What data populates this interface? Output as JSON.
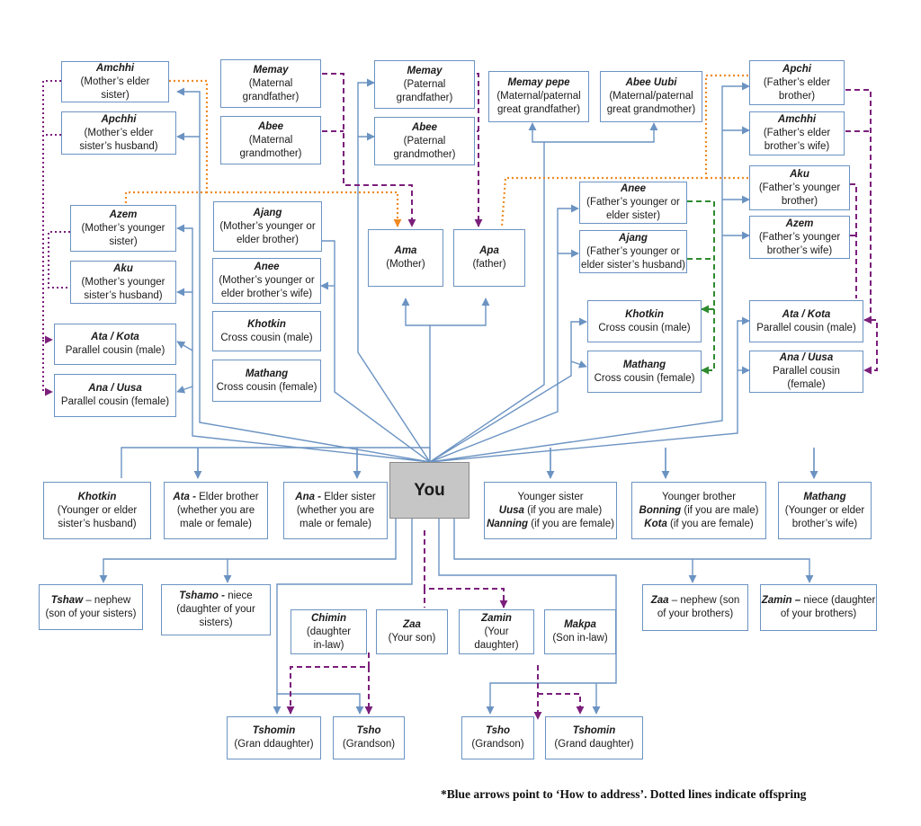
{
  "colors": {
    "address_arrow": "#6b93c2",
    "maternal_dotted": "#7b1f7b",
    "grandparent_dashed": "#7b1f7b",
    "orange_dotted": "#f08a24",
    "green_dashed": "#2e8b2e",
    "you_fill": "#c6c6c6"
  },
  "footnote": "*Blue arrows point to ‘How to address’.  Dotted lines indicate offspring",
  "nodes": [
    {
      "id": "amchhi-m",
      "term": "Amchhi",
      "desc": [
        "(Mother’s elder",
        "sister)"
      ]
    },
    {
      "id": "apchhi-m",
      "term": "Apchhi",
      "desc": [
        "(Mother’s elder",
        "sister’s husband)"
      ]
    },
    {
      "id": "azem-m",
      "term": "Azem",
      "desc": [
        "(Mother’s younger",
        "sister)"
      ]
    },
    {
      "id": "aku-m",
      "term": "Aku",
      "desc": [
        "(Mother’s younger",
        "sister’s husband)"
      ]
    },
    {
      "id": "atakota-l",
      "term": "Ata / Kota",
      "desc": [
        "Parallel cousin (male)"
      ]
    },
    {
      "id": "anauusa-l",
      "term": "Ana / Uusa",
      "desc": [
        "Parallel cousin (female)"
      ]
    },
    {
      "id": "memay-mat",
      "term": "Memay",
      "desc": [
        "(Maternal",
        "grandfather)"
      ]
    },
    {
      "id": "abee-mat",
      "term": "Abee",
      "desc": [
        "(Maternal",
        "grandmother)"
      ]
    },
    {
      "id": "ajang-m",
      "term": "Ajang",
      "desc": [
        "(Mother’s younger or",
        "elder brother)"
      ]
    },
    {
      "id": "anee-m",
      "term": "Anee",
      "desc": [
        "(Mother’s younger or",
        "elder  brother’s wife)"
      ]
    },
    {
      "id": "khotkin-l",
      "term": "Khotkin",
      "desc": [
        "Cross cousin (male)"
      ]
    },
    {
      "id": "mathang-l",
      "term": "Mathang",
      "desc": [
        "Cross cousin (female)"
      ]
    },
    {
      "id": "memay-pat",
      "term": "Memay",
      "desc": [
        "(Paternal",
        "grandfather)"
      ]
    },
    {
      "id": "abee-pat",
      "term": "Abee",
      "desc": [
        "(Paternal",
        "grandmother)"
      ]
    },
    {
      "id": "ama",
      "term": "Ama",
      "desc": [
        "(Mother)"
      ]
    },
    {
      "id": "apa",
      "term": "Apa",
      "desc": [
        "(father)"
      ]
    },
    {
      "id": "memay-pepe",
      "term": "Memay pepe",
      "desc": [
        "(Maternal/paternal",
        "great grandfather)"
      ]
    },
    {
      "id": "abee-uubi",
      "term": "Abee Uubi",
      "desc": [
        "(Maternal/paternal",
        "great grandmother)"
      ]
    },
    {
      "id": "anee-f",
      "term": "Anee",
      "desc": [
        "(Father’s younger or",
        "elder sister)"
      ]
    },
    {
      "id": "ajang-f",
      "term": "Ajang",
      "desc": [
        "(Father’s younger or",
        "elder  sister’s husband)"
      ]
    },
    {
      "id": "khotkin-r",
      "term": "Khotkin",
      "desc": [
        "Cross cousin (male)"
      ]
    },
    {
      "id": "mathang-r",
      "term": "Mathang",
      "desc": [
        "Cross cousin (female)"
      ]
    },
    {
      "id": "apchi-f",
      "term": "Apchi",
      "desc": [
        "(Father’s elder",
        "brother)"
      ]
    },
    {
      "id": "amchhi-f",
      "term": "Amchhi",
      "desc": [
        "(Father’s elder",
        "brother’s wife)"
      ]
    },
    {
      "id": "aku-f",
      "term": "Aku",
      "desc": [
        "(Father’s younger",
        "brother)"
      ]
    },
    {
      "id": "azem-f",
      "term": "Azem",
      "desc": [
        "(Father’s younger",
        "brother’s wife)"
      ]
    },
    {
      "id": "atakota-r",
      "term": "Ata / Kota",
      "desc": [
        "Parallel cousin (male)"
      ]
    },
    {
      "id": "anauusa-r",
      "term": "Ana / Uusa",
      "desc": [
        "Parallel cousin",
        "(female)"
      ]
    },
    {
      "id": "you",
      "term": "You",
      "desc": []
    },
    {
      "id": "khotkin-h",
      "term": "Khotkin",
      "desc": [
        "(Younger or elder",
        "sister’s husband)"
      ]
    },
    {
      "id": "ata-eb",
      "lines": [
        [
          {
            "b": "Ata -"
          },
          {
            "t": " Elder brother"
          }
        ],
        [
          {
            "t": "(whether you are"
          }
        ],
        [
          {
            "t": "male or female)"
          }
        ]
      ]
    },
    {
      "id": "ana-es",
      "lines": [
        [
          {
            "b": "Ana -"
          },
          {
            "t": " Elder sister"
          }
        ],
        [
          {
            "t": "(whether you are"
          }
        ],
        [
          {
            "t": "male or female)"
          }
        ]
      ]
    },
    {
      "id": "younger-sister",
      "lines": [
        [
          {
            "t": "Younger sister"
          }
        ],
        [
          {
            "b": "Uusa"
          },
          {
            "t": "  (if you are male)"
          }
        ],
        [
          {
            "b": "Nanning"
          },
          {
            "t": " (if you are female)"
          }
        ]
      ]
    },
    {
      "id": "younger-brother",
      "lines": [
        [
          {
            "t": "Younger  brother"
          }
        ],
        [
          {
            "b": "Bonning"
          },
          {
            "t": "  (if you are male)"
          }
        ],
        [
          {
            "b": "Kota"
          },
          {
            "t": " (if you are female)"
          }
        ]
      ]
    },
    {
      "id": "mathang-w",
      "term": "Mathang",
      "desc": [
        "(Younger or elder",
        "brother’s wife)"
      ]
    },
    {
      "id": "tshaw",
      "lines": [
        [
          {
            "b": "Tshaw"
          },
          {
            "t": " – nephew"
          }
        ],
        [
          {
            "t": "(son of your sisters)"
          }
        ]
      ]
    },
    {
      "id": "tshamo",
      "lines": [
        [
          {
            "b": "Tshamo -"
          },
          {
            "t": " niece"
          }
        ],
        [
          {
            "t": "(daughter of your"
          }
        ],
        [
          {
            "t": "sisters)"
          }
        ]
      ]
    },
    {
      "id": "chimin",
      "term": "Chimin",
      "desc": [
        "(daughter",
        "in-law)"
      ]
    },
    {
      "id": "zaa",
      "term": "Zaa",
      "desc": [
        "(Your son)"
      ]
    },
    {
      "id": "zamin",
      "term": "Zamin",
      "desc": [
        "(Your",
        "daughter)"
      ]
    },
    {
      "id": "makpa",
      "term": "Makpa",
      "desc": [
        "(Son in-law)"
      ]
    },
    {
      "id": "zaa-n",
      "lines": [
        [
          {
            "b": "Zaa"
          },
          {
            "t": " – nephew (son"
          }
        ],
        [
          {
            "t": "of your brothers)"
          }
        ]
      ]
    },
    {
      "id": "zamin-n",
      "lines": [
        [
          {
            "b": "Zamin –"
          },
          {
            "t": " niece (daughter"
          }
        ],
        [
          {
            "t": "of your brothers)"
          }
        ]
      ]
    },
    {
      "id": "tshomin-l",
      "term": "Tshomin",
      "desc": [
        "(Gran ddaughter)"
      ]
    },
    {
      "id": "tsho-l",
      "term": "Tsho",
      "desc": [
        "(Grandson)"
      ]
    },
    {
      "id": "tsho-r",
      "term": "Tsho",
      "desc": [
        "(Grandson)"
      ]
    },
    {
      "id": "tshomin-r",
      "term": "Tshomin",
      "desc": [
        "(Grand daughter)"
      ]
    }
  ]
}
